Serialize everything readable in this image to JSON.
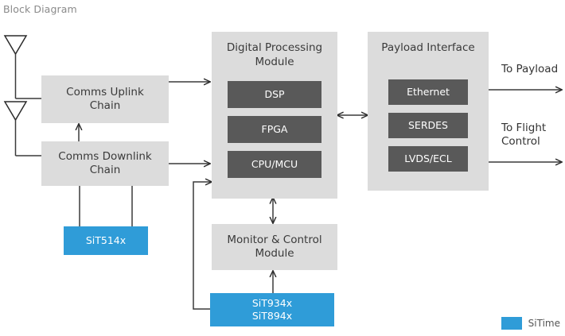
{
  "page": {
    "title": "Block Diagram",
    "background": "#ffffff"
  },
  "colors": {
    "block_gray": "#dcdcdc",
    "block_dark": "#595959",
    "brand_blue": "#2f9cd8",
    "title_gray": "#8a8a8a",
    "wire": "#3a3a3a"
  },
  "antennas": [
    {
      "name": "uplink-antenna"
    },
    {
      "name": "downlink-antenna"
    }
  ],
  "blocks": {
    "comms_uplink": {
      "label": "Comms Uplink\nChain"
    },
    "comms_downlink": {
      "label": "Comms Downlink\nChain"
    },
    "digital_processing": {
      "title": "Digital Processing\nModule",
      "children": [
        {
          "label": "DSP"
        },
        {
          "label": "FPGA"
        },
        {
          "label": "CPU/MCU"
        }
      ]
    },
    "payload_interface": {
      "title": "Payload\nInterface",
      "children": [
        {
          "label": "Ethernet"
        },
        {
          "label": "SERDES"
        },
        {
          "label": "LVDS/ECL"
        }
      ]
    },
    "monitor_control": {
      "label": "Monitor & Control\nModule"
    }
  },
  "sitime_parts": {
    "clock_left": {
      "label": "SiT514x"
    },
    "clock_bottom": {
      "label": "SiT934x\nSiT894x"
    }
  },
  "output_labels": {
    "to_payload": "To Payload",
    "to_flight_control": "To Flight\nControl"
  },
  "legend": {
    "label": "SiTime",
    "color": "#2f9cd8"
  }
}
